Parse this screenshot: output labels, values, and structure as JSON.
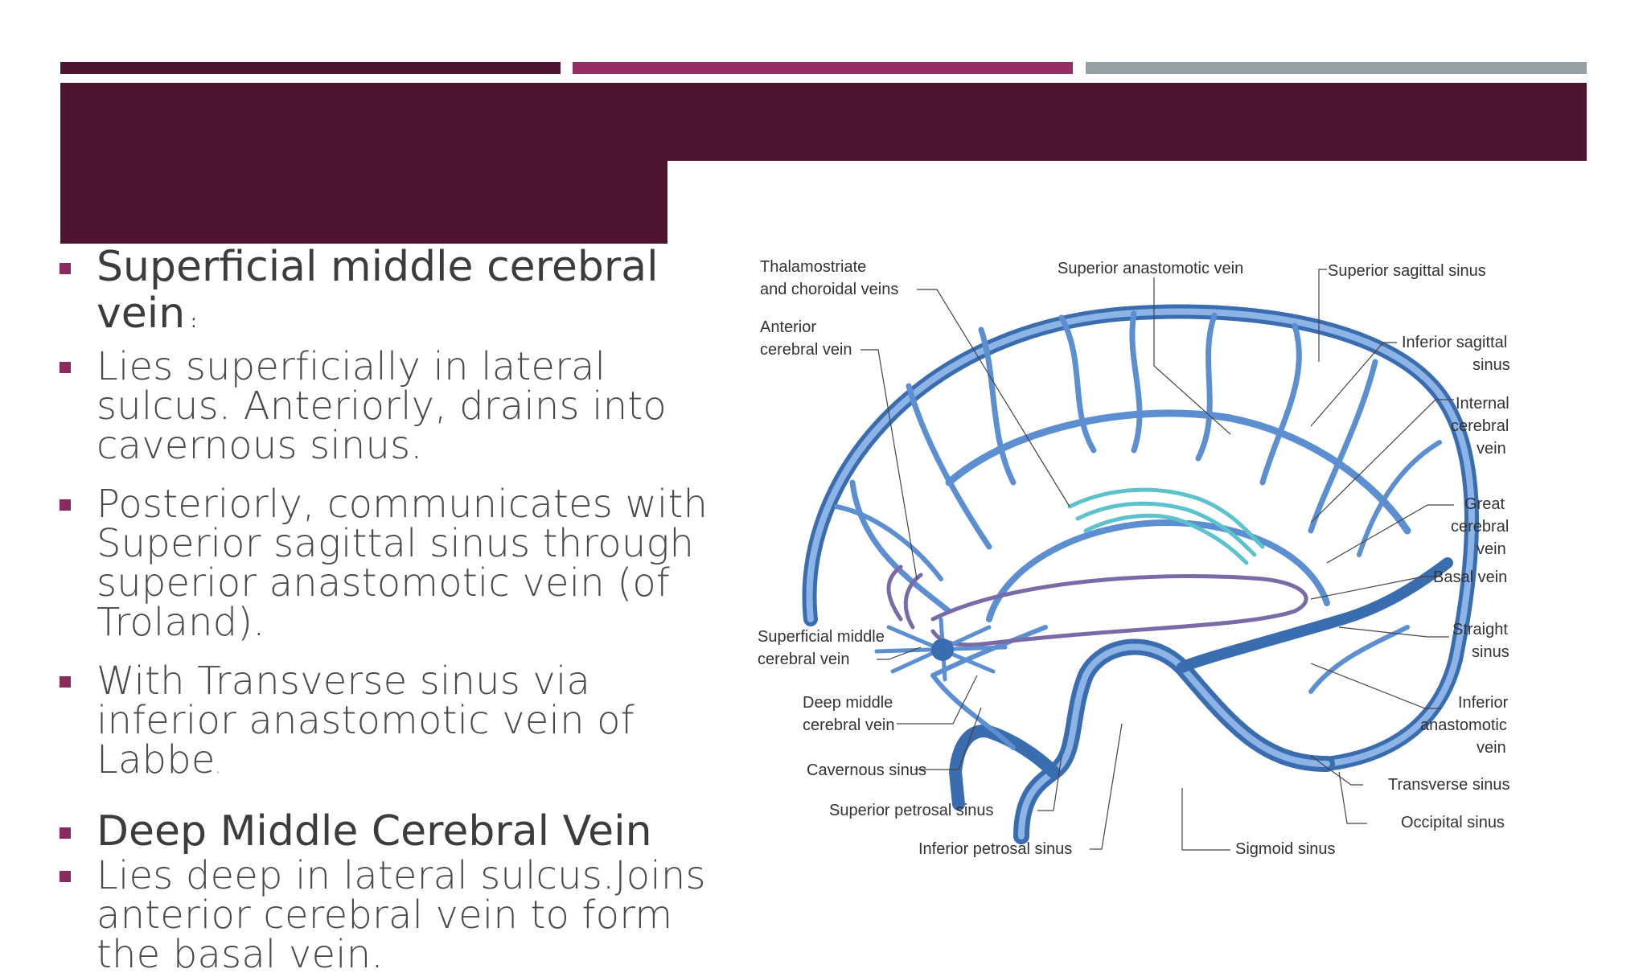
{
  "slide": {
    "bullets": [
      {
        "text": "Superficial middle cerebral vein",
        "suffix": " :"
      },
      {
        "text": "Lies superficially in lateral sulcus. Anteriorly, drains into cavernous sinus."
      },
      {
        "text": "Posteriorly, communicates with Superior sagittal sinus through superior anastomotic vein (of Troland)."
      },
      {
        "text": "With Transverse sinus  via inferior anastomotic vein of Labbe",
        "suffix": "."
      },
      {
        "text": "Deep Middle Cerebral Vein"
      },
      {
        "text": "Lies deep in lateral sulcus.Joins anterior cerebral vein to form the basal vein."
      }
    ]
  },
  "diagram": {
    "labels": {
      "thalamostriate_1": "Thalamostriate",
      "thalamostriate_2": "and choroidal veins",
      "anterior_cerebral_1": "Anterior",
      "anterior_cerebral_2": "cerebral vein",
      "superior_anastomotic": "Superior anastomotic vein",
      "superior_sagittal": "Superior sagittal sinus",
      "inferior_sagittal_1": "Inferior sagittal",
      "inferior_sagittal_2": "sinus",
      "internal_cerebral_1": "Internal",
      "internal_cerebral_2": "cerebral",
      "internal_cerebral_3": "vein",
      "great_cerebral_1": "Great",
      "great_cerebral_2": "cerebral",
      "great_cerebral_3": "vein",
      "basal_vein": "Basal vein",
      "straight_sinus_1": "Straight",
      "straight_sinus_2": "sinus",
      "superficial_middle_1": "Superficial middle",
      "superficial_middle_2": "cerebral vein",
      "deep_middle_1": "Deep middle",
      "deep_middle_2": "cerebral vein",
      "inferior_anastomotic_1": "Inferior",
      "inferior_anastomotic_2": "anastomotic",
      "inferior_anastomotic_3": "vein",
      "cavernous_sinus": "Cavernous sinus",
      "transverse_sinus": "Transverse sinus",
      "superior_petrosal": "Superior petrosal sinus",
      "occipital_sinus": "Occipital sinus",
      "inferior_petrosal": "Inferior petrosal sinus",
      "sigmoid_sinus": "Sigmoid sinus"
    },
    "colors": {
      "vein": "#5b8fd1",
      "vein_dark": "#3a6db0",
      "deep_vein": "#7a6aa8",
      "choroidal": "#5cc2cc"
    }
  }
}
